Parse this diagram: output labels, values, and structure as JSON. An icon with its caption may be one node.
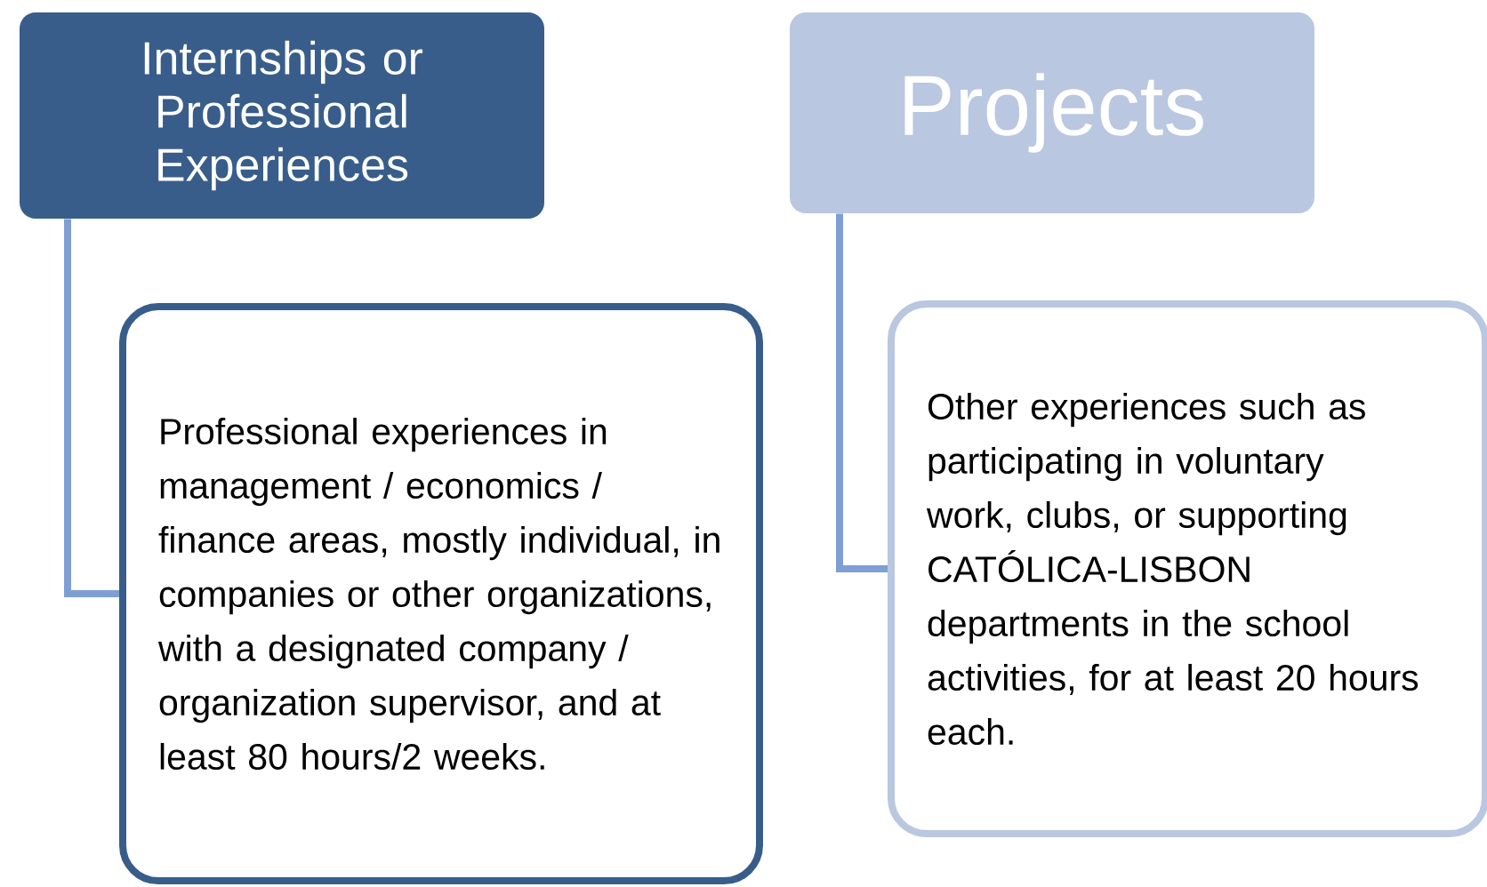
{
  "diagram": {
    "nodes": [
      {
        "text": [
          "Internships or Professional Experiences"
        ]
      },
      {
        "text": [
          "Professional experiences in management / economics / finance areas, mostly individual, in companies or other organizations, with a designated company / organization supervisor, and at least 80 hours/2 weeks."
        ]
      },
      {
        "text": [
          "Projects"
        ]
      },
      {
        "text": [
          "Other experiences such as participating in voluntary work, clubs, or supporting CATÓLICA-LISBON departments in the school activities, for at least 20 hours each."
        ]
      }
    ],
    "edges": [
      {
        "from": 0,
        "to": 1,
        "arrow": "none"
      },
      {
        "from": 2,
        "to": 3,
        "arrow": "none"
      }
    ]
  }
}
